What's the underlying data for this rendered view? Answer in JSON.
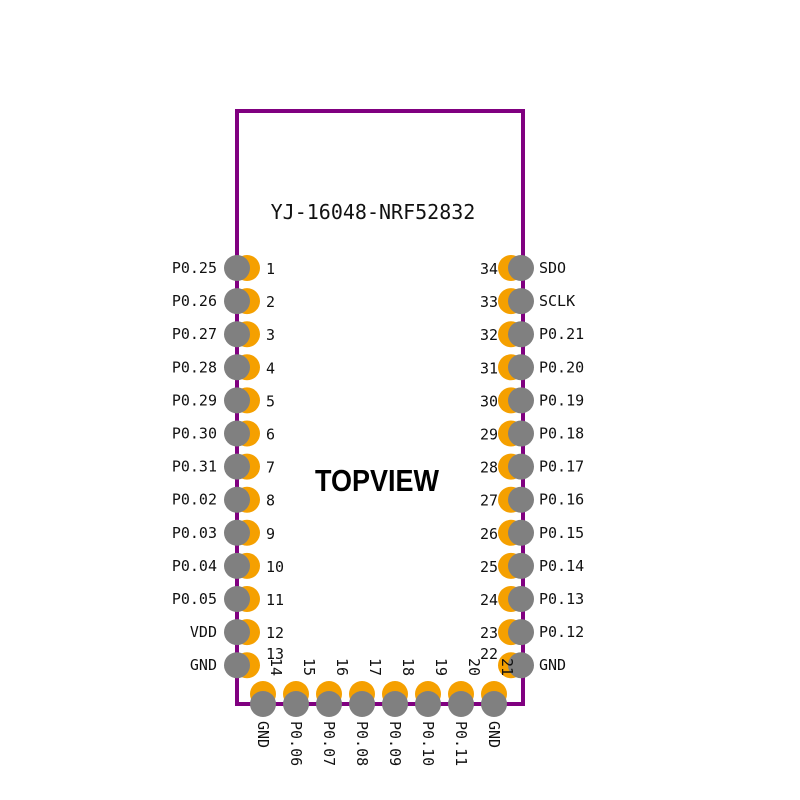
{
  "title": "YJ-16048-NRF52832",
  "center_label": "TOPVIEW",
  "colors": {
    "outline": "#800080",
    "pad_copper": "#f5a000",
    "pad_body": "#808080",
    "text": "#111111"
  },
  "left_pins": [
    {
      "num": "1",
      "name": "P0.25"
    },
    {
      "num": "2",
      "name": "P0.26"
    },
    {
      "num": "3",
      "name": "P0.27"
    },
    {
      "num": "4",
      "name": "P0.28"
    },
    {
      "num": "5",
      "name": "P0.29"
    },
    {
      "num": "6",
      "name": "P0.30"
    },
    {
      "num": "7",
      "name": "P0.31"
    },
    {
      "num": "8",
      "name": "P0.02"
    },
    {
      "num": "9",
      "name": "P0.03"
    },
    {
      "num": "10",
      "name": "P0.04"
    },
    {
      "num": "11",
      "name": "P0.05"
    },
    {
      "num": "12",
      "name": "VDD"
    },
    {
      "num": "13",
      "name": "GND"
    }
  ],
  "right_pins": [
    {
      "num": "34",
      "name": "SDO"
    },
    {
      "num": "33",
      "name": "SCLK"
    },
    {
      "num": "32",
      "name": "P0.21"
    },
    {
      "num": "31",
      "name": "P0.20"
    },
    {
      "num": "30",
      "name": "P0.19"
    },
    {
      "num": "29",
      "name": "P0.18"
    },
    {
      "num": "28",
      "name": "P0.17"
    },
    {
      "num": "27",
      "name": "P0.16"
    },
    {
      "num": "26",
      "name": "P0.15"
    },
    {
      "num": "25",
      "name": "P0.14"
    },
    {
      "num": "24",
      "name": "P0.13"
    },
    {
      "num": "23",
      "name": "P0.12"
    },
    {
      "num": "22",
      "name": "GND"
    }
  ],
  "bottom_pins": [
    {
      "num": "14",
      "name": "GND"
    },
    {
      "num": "15",
      "name": "P0.06"
    },
    {
      "num": "16",
      "name": "P0.07"
    },
    {
      "num": "17",
      "name": "P0.08"
    },
    {
      "num": "18",
      "name": "P0.09"
    },
    {
      "num": "19",
      "name": "P0.10"
    },
    {
      "num": "20",
      "name": "P0.11"
    },
    {
      "num": "21",
      "name": "GND"
    }
  ]
}
